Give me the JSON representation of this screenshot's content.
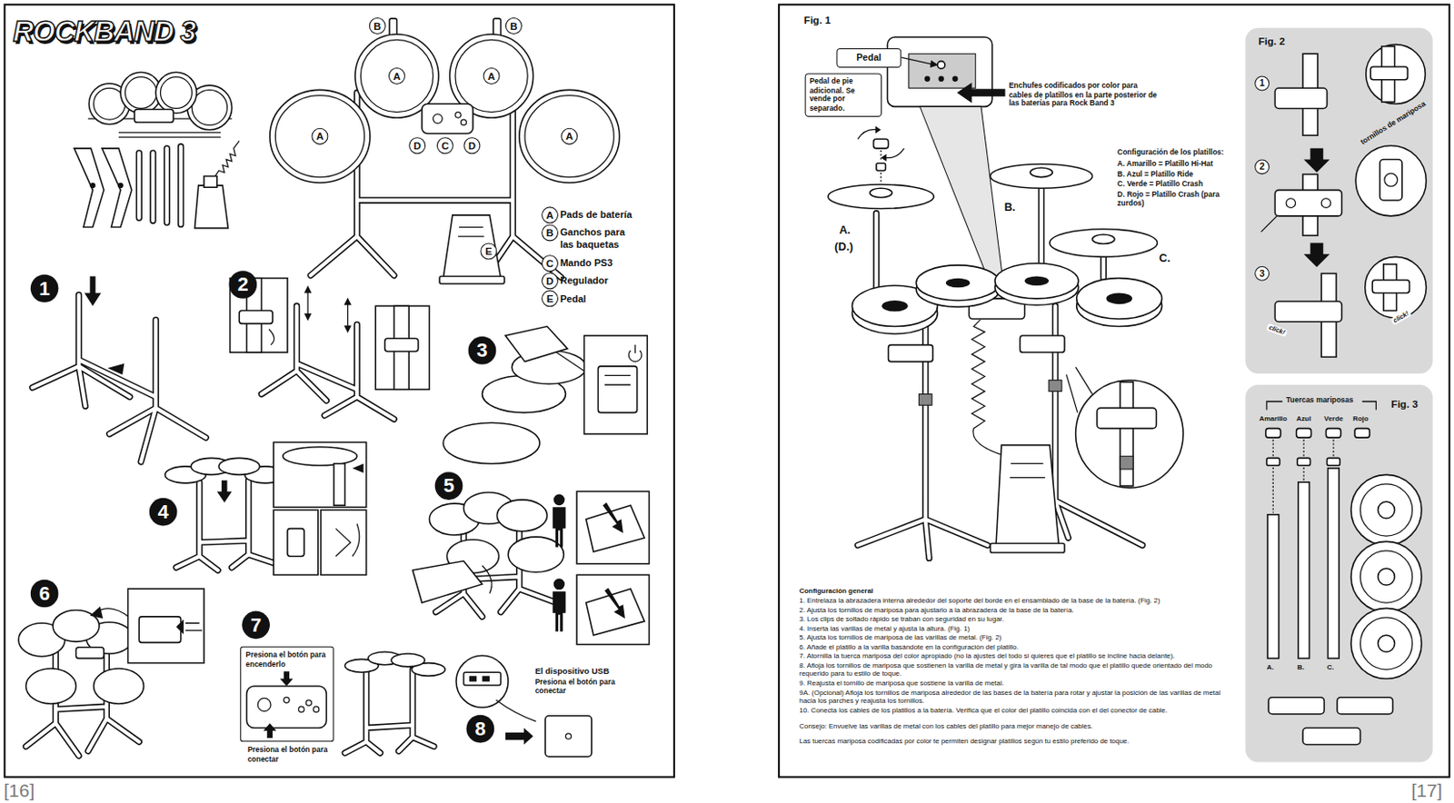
{
  "diagram": {
    "nodes": [
      {
        "text": [
          "Presiona el botón para encenderlo"
        ]
      },
      {
        "text": [
          "Pedal"
        ]
      },
      {
        "text": [
          "Pedal de pie adicional. Se vende por separado."
        ]
      },
      {
        "text": [
          "Fig. 2"
        ]
      },
      {
        "text": [
          "Fig. 3"
        ]
      }
    ],
    "labels": [
      "ROCKBAND 3",
      "B",
      "B",
      "A",
      "A",
      "A",
      "A",
      "D",
      "C",
      "D",
      "E",
      "A",
      "B",
      "C",
      "D",
      "E",
      "1",
      "2",
      "3",
      "4",
      "5",
      "6",
      "7",
      "8",
      "Presiona el botón para conectar",
      "El dispositivo USB",
      "Presiona el botón para conectar",
      "[16]",
      "[17]",
      "Fig. 1",
      "Enchufes codificados por color para cables de platillos en la parte posterior de las baterías para Rock Band 3",
      "Configuración de los platillos:",
      "A. Amarillo = Platillo Hi-Hat",
      "B. Azul = Platillo Ride",
      "C. Verde = Platillo Crash",
      "D. Rojo = Platillo Crash (para zurdos)",
      "A.",
      "(D.)",
      "B.",
      "C.",
      "1",
      "2",
      "3",
      "tornillos de mariposa",
      "click!",
      "click!",
      "Tuercas mariposas",
      "Amarillo",
      "Azul",
      "Verde",
      "Rojo",
      "A.",
      "B.",
      "C.",
      "Configuración general",
      "1. Entrelaza la abrazadera interna alrededor del soporte del borde en el ensamblado de la base de la batería. (Fig. 2)",
      "2. Ajusta los tornillos de mariposa para ajustarlo a la abrazadera de la base de la batería.",
      "3. Los clips de soltado rápido se traban con seguridad en su lugar.",
      "4. Inserta las varillas de metal y ajusta la altura. (Fig. 1)",
      "5. Ajusta los tornillos de mariposa de las varillas de metal. (Fig. 2)",
      "6. Añade el platillo a la varilla basándote en la configuración del platillo.",
      "7. Atornilla la tuerca mariposa del color apropiado (no la ajustes del todo si quieres que el platillo se incline hacia delante).",
      "8. Afloja los tornillos de mariposa que sostienen la varilla de metal y gira la varilla de tal modo que el platillo quede orientado del modo requerido para tu estilo de toque.",
      "9. Reajusta el tornillo de mariposa que sostiene la varilla de metal.",
      "9A. (Opcional) Afloja los tornillos de mariposa alrededor de las bases de la batería para rotar y ajustar la posición de las varillas de metal hacia los parches y reajusta los tornillos.",
      "10. Conecta los cables de los platillos a la batería. Verifica que el color del platillo coincida con el del conector de cable.",
      "Consejo: Envuelve las varillas de metal con los cables del platillo para mejor manejo de cables.",
      "Las tuercas mariposa codificadas por color te permiten designar platillos según tu estilo preferido de toque."
    ],
    "legend": [
      {
        "text": "Pads de batería"
      },
      {
        "text": "Ganchos para las baquetas"
      },
      {
        "text": "Mando PS3"
      },
      {
        "text": "Regulador"
      },
      {
        "text": "Pedal"
      }
    ]
  }
}
